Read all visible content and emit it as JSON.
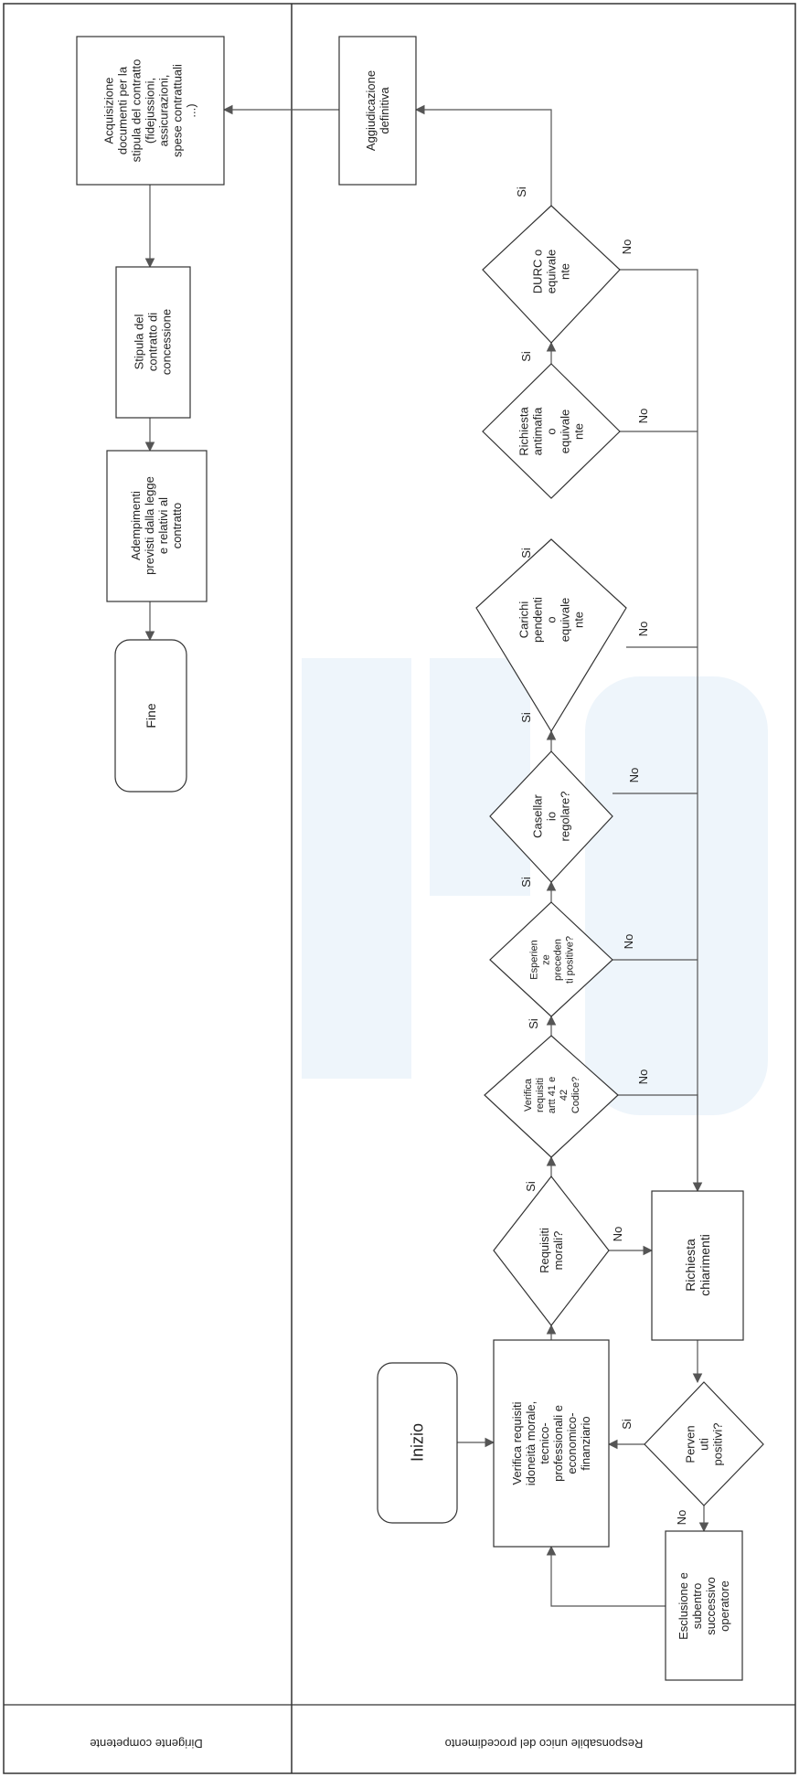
{
  "lanes": {
    "left": "Dirigente competente",
    "right": "Responsabile unico del procedimento"
  },
  "nodes": {
    "inizio": [
      "Inizio"
    ],
    "verifica_requisiti": [
      "Verifica requisiti",
      "idoneità morale,",
      "tecnico-",
      "professionali e",
      "economico-",
      "finanziario"
    ],
    "requisiti_morali": [
      "Requisiti",
      "morali?"
    ],
    "richiesta_chiarimenti": [
      "Richiesta",
      "chiarimenti"
    ],
    "pervenuti_positivi": [
      "Perven",
      "uti",
      "positivi?"
    ],
    "esclusione": [
      "Esclusione e",
      "subentro",
      "successivo",
      "operatore"
    ],
    "verifica_art": [
      "Verifica",
      "requisiti",
      "artt 41 e",
      "42",
      "Codice?"
    ],
    "esperienze": [
      "Esperien",
      "ze",
      "preceden",
      "ti positive?"
    ],
    "casellario": [
      "Casellar",
      "io",
      "regolare?"
    ],
    "carichi": [
      "Carichi",
      "pendenti",
      "o",
      "equivale",
      "nte"
    ],
    "antimafia": [
      "Richiesta",
      "antimafia",
      "o",
      "equivale",
      "nte"
    ],
    "durc": [
      "DURC o",
      "equivale",
      "nte"
    ],
    "aggiudicazione": [
      "Aggiudicazione",
      "definitiva"
    ],
    "acquisizione": [
      "Acquisizione",
      "documenti per la",
      "stipula del contratto",
      "(fidejussioni,",
      "assicurazioni,",
      "spese contrattuali",
      "...)"
    ],
    "stipula": [
      "Stipula del",
      "contratto di",
      "concessione"
    ],
    "adempimenti": [
      "Adempimenti",
      "previsti dalla legge",
      "e relativi al",
      "contratto"
    ],
    "fine": [
      "Fine"
    ]
  },
  "edge_labels": {
    "yes": "Si",
    "no": "No"
  },
  "colors": {
    "line": "#555555",
    "border": "#333333",
    "text": "#222222",
    "watermark": "#eef5fb"
  }
}
